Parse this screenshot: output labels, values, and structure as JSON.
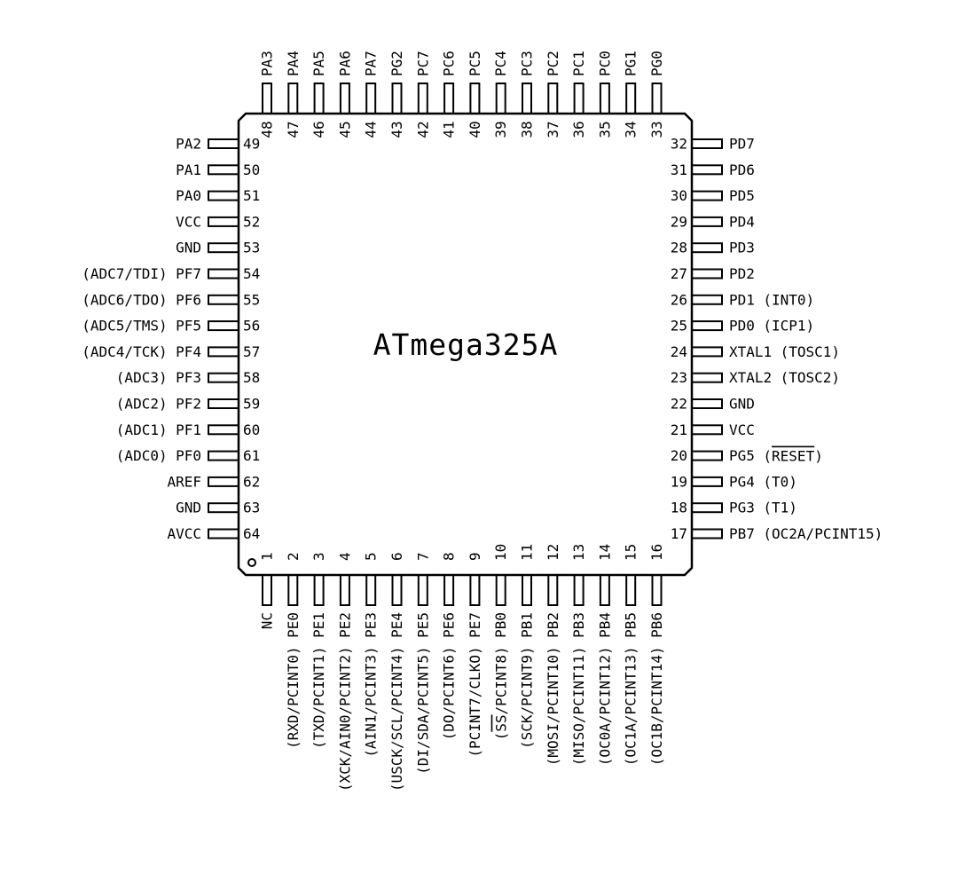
{
  "chip": {
    "name": "ATmega325A",
    "pins": [
      {
        "num": "1",
        "name": "NC",
        "alt": ""
      },
      {
        "num": "2",
        "name": "PE0",
        "alt": "(RXD/PCINT0)"
      },
      {
        "num": "3",
        "name": "PE1",
        "alt": "(TXD/PCINT1)"
      },
      {
        "num": "4",
        "name": "PE2",
        "alt": "(XCK/AIN0/PCINT2)"
      },
      {
        "num": "5",
        "name": "PE3",
        "alt": "(AIN1/PCINT3)"
      },
      {
        "num": "6",
        "name": "PE4",
        "alt": "(USCK/SCL/PCINT4)"
      },
      {
        "num": "7",
        "name": "PE5",
        "alt": "(DI/SDA/PCINT5)"
      },
      {
        "num": "8",
        "name": "PE6",
        "alt": "(DO/PCINT6)"
      },
      {
        "num": "9",
        "name": "PE7",
        "alt": "(PCINT7/CLKO)"
      },
      {
        "num": "10",
        "name": "PB0",
        "alt": "(SS/PCINT8)"
      },
      {
        "num": "11",
        "name": "PB1",
        "alt": "(SCK/PCINT9)"
      },
      {
        "num": "12",
        "name": "PB2",
        "alt": "(MOSI/PCINT10)"
      },
      {
        "num": "13",
        "name": "PB3",
        "alt": "(MISO/PCINT11)"
      },
      {
        "num": "14",
        "name": "PB4",
        "alt": "(OC0A/PCINT12)"
      },
      {
        "num": "15",
        "name": "PB5",
        "alt": "(OC1A/PCINT13)"
      },
      {
        "num": "16",
        "name": "PB6",
        "alt": "(OC1B/PCINT14)"
      },
      {
        "num": "17",
        "name": "PB7",
        "alt": "(OC2A/PCINT15)"
      },
      {
        "num": "18",
        "name": "PG3",
        "alt": "(T1)"
      },
      {
        "num": "19",
        "name": "PG4",
        "alt": "(T0)"
      },
      {
        "num": "20",
        "name": "PG5",
        "alt": "(RESET)"
      },
      {
        "num": "21",
        "name": "VCC",
        "alt": ""
      },
      {
        "num": "22",
        "name": "GND",
        "alt": ""
      },
      {
        "num": "23",
        "name": "XTAL2",
        "alt": "(TOSC2)"
      },
      {
        "num": "24",
        "name": "XTAL1",
        "alt": "(TOSC1)"
      },
      {
        "num": "25",
        "name": "PD0",
        "alt": "(ICP1)"
      },
      {
        "num": "26",
        "name": "PD1",
        "alt": "(INT0)"
      },
      {
        "num": "27",
        "name": "PD2",
        "alt": ""
      },
      {
        "num": "28",
        "name": "PD3",
        "alt": ""
      },
      {
        "num": "29",
        "name": "PD4",
        "alt": ""
      },
      {
        "num": "30",
        "name": "PD5",
        "alt": ""
      },
      {
        "num": "31",
        "name": "PD6",
        "alt": ""
      },
      {
        "num": "32",
        "name": "PD7",
        "alt": ""
      },
      {
        "num": "33",
        "name": "PG0",
        "alt": ""
      },
      {
        "num": "34",
        "name": "PG1",
        "alt": ""
      },
      {
        "num": "35",
        "name": "PC0",
        "alt": ""
      },
      {
        "num": "36",
        "name": "PC1",
        "alt": ""
      },
      {
        "num": "37",
        "name": "PC2",
        "alt": ""
      },
      {
        "num": "38",
        "name": "PC3",
        "alt": ""
      },
      {
        "num": "39",
        "name": "PC4",
        "alt": ""
      },
      {
        "num": "40",
        "name": "PC5",
        "alt": ""
      },
      {
        "num": "41",
        "name": "PC6",
        "alt": ""
      },
      {
        "num": "42",
        "name": "PC7",
        "alt": ""
      },
      {
        "num": "43",
        "name": "PG2",
        "alt": ""
      },
      {
        "num": "44",
        "name": "PA7",
        "alt": ""
      },
      {
        "num": "45",
        "name": "PA6",
        "alt": ""
      },
      {
        "num": "46",
        "name": "PA5",
        "alt": ""
      },
      {
        "num": "47",
        "name": "PA4",
        "alt": ""
      },
      {
        "num": "48",
        "name": "PA3",
        "alt": ""
      },
      {
        "num": "49",
        "name": "PA2",
        "alt": ""
      },
      {
        "num": "50",
        "name": "PA1",
        "alt": ""
      },
      {
        "num": "51",
        "name": "PA0",
        "alt": ""
      },
      {
        "num": "52",
        "name": "VCC",
        "alt": ""
      },
      {
        "num": "53",
        "name": "GND",
        "alt": ""
      },
      {
        "num": "54",
        "name": "PF7",
        "alt": "(ADC7/TDI)"
      },
      {
        "num": "55",
        "name": "PF6",
        "alt": "(ADC6/TDO)"
      },
      {
        "num": "56",
        "name": "PF5",
        "alt": "(ADC5/TMS)"
      },
      {
        "num": "57",
        "name": "PF4",
        "alt": "(ADC4/TCK)"
      },
      {
        "num": "58",
        "name": "PF3",
        "alt": "(ADC3)"
      },
      {
        "num": "59",
        "name": "PF2",
        "alt": "(ADC2)"
      },
      {
        "num": "60",
        "name": "PF1",
        "alt": "(ADC1)"
      },
      {
        "num": "61",
        "name": "PF0",
        "alt": "(ADC0)"
      },
      {
        "num": "62",
        "name": "AREF",
        "alt": ""
      },
      {
        "num": "63",
        "name": "GND",
        "alt": ""
      },
      {
        "num": "64",
        "name": "AVCC",
        "alt": ""
      }
    ]
  }
}
